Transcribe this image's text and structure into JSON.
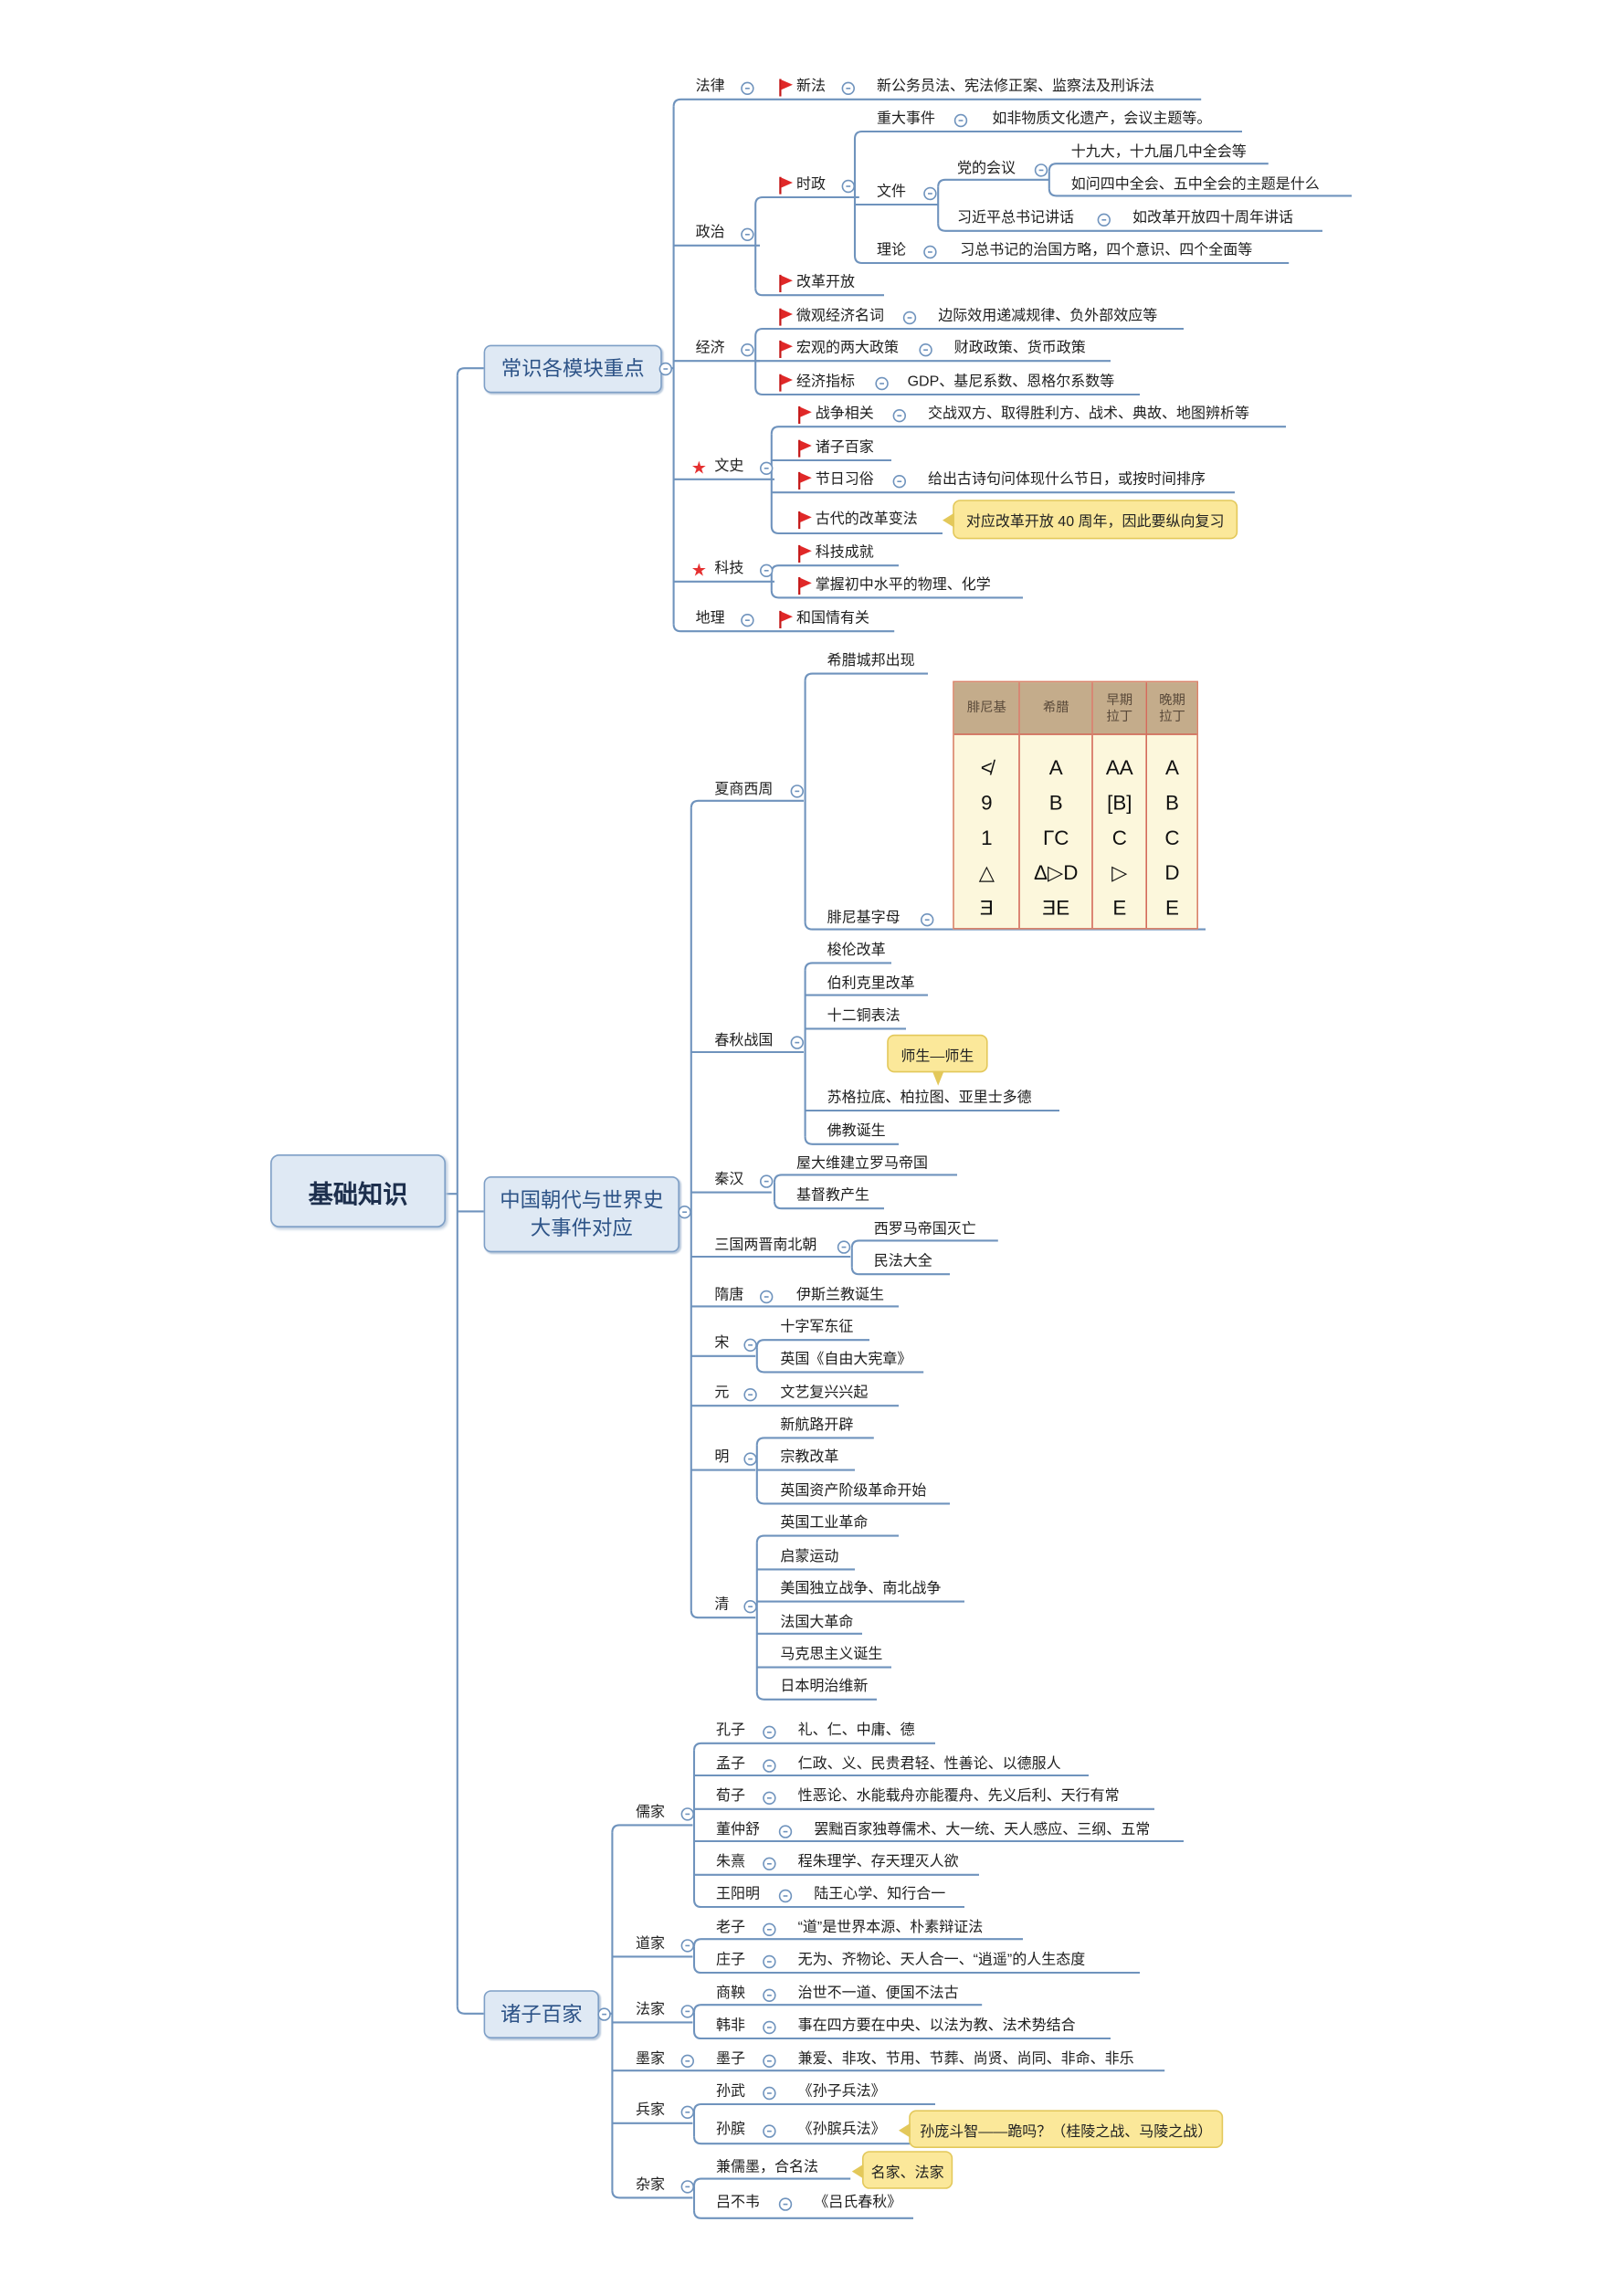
{
  "root": {
    "label": "基础知识"
  },
  "common": {
    "title": "常识各模块重点",
    "law": {
      "label": "法律",
      "new_law": "新法",
      "new_law_detail": "新公务员法、宪法修正案、监察法及刑诉法"
    },
    "politics": {
      "label": "政治",
      "current_affairs": "时政",
      "major_events": "重大事件",
      "major_events_detail": "如非物质文化遗产，会议主题等。",
      "documents": "文件",
      "party_meetings": "党的会议",
      "party_meetings_items": [
        "十九大，十九届几中全会等",
        "如问四中全会、五中全会的主题是什么"
      ],
      "xi_speeches": "习近平总书记讲话",
      "xi_speeches_detail": "如改革开放四十周年讲话",
      "theory": "理论",
      "theory_detail": "习总书记的治国方略，四个意识、四个全面等",
      "reform": "改革开放"
    },
    "economy": {
      "label": "经济",
      "items": [
        {
          "label": "微观经济名词",
          "detail": "边际效用递减规律、负外部效应等"
        },
        {
          "label": "宏观的两大政策",
          "detail": "财政政策、货币政策"
        },
        {
          "label": "经济指标",
          "detail": "GDP、基尼系数、恩格尔系数等"
        }
      ]
    },
    "literature_history": {
      "label": "文史",
      "items": [
        {
          "label": "战争相关",
          "detail": "交战双方、取得胜利方、战术、典故、地图辨析等"
        },
        {
          "label": "诸子百家"
        },
        {
          "label": "节日习俗",
          "detail": "给出古诗句问体现什么节日，或按时间排序"
        },
        {
          "label": "古代的改革变法",
          "note": "对应改革开放 40 周年，因此要纵向复习"
        }
      ]
    },
    "science": {
      "label": "科技",
      "items": [
        "科技成就",
        "掌握初中水平的物理、化学"
      ]
    },
    "geography": {
      "label": "地理",
      "item": "和国情有关"
    }
  },
  "dynasties": {
    "title_line1": "中国朝代与世界史",
    "title_line2": "大事件对应",
    "periods": [
      {
        "label": "夏商西周",
        "events": [
          "希腊城邦出现",
          "腓尼基字母"
        ]
      },
      {
        "label": "春秋战国",
        "events": [
          "梭伦改革",
          "伯利克里改革",
          "十二铜表法",
          "苏格拉底、柏拉图、亚里士多德",
          "佛教诞生"
        ],
        "note": "师生—师生"
      },
      {
        "label": "秦汉",
        "events": [
          "屋大维建立罗马帝国",
          "基督教产生"
        ]
      },
      {
        "label": "三国两晋南北朝",
        "events": [
          "西罗马帝国灭亡",
          "民法大全"
        ]
      },
      {
        "label": "隋唐",
        "events": [
          "伊斯兰教诞生"
        ]
      },
      {
        "label": "宋",
        "events": [
          "十字军东征",
          "英国《自由大宪章》"
        ]
      },
      {
        "label": "元",
        "events": [
          "文艺复兴兴起"
        ]
      },
      {
        "label": "明",
        "events": [
          "新航路开辟",
          "宗教改革",
          "英国资产阶级革命开始"
        ]
      },
      {
        "label": "清",
        "events": [
          "英国工业革命",
          "启蒙运动",
          "美国独立战争、南北战争",
          "法国大革命",
          "马克思主义诞生",
          "日本明治维新"
        ]
      }
    ],
    "alphabet_table": {
      "headers": [
        "腓尼基",
        "希腊",
        "早期拉丁",
        "晚期拉丁"
      ],
      "columns": [
        [
          "≮",
          "9",
          "1",
          "△",
          "Ǝ"
        ],
        [
          "A",
          "B",
          "ΓC",
          "Δ▷D",
          "ƎE"
        ],
        [
          "AA",
          "[B]",
          "C",
          "▷",
          "E"
        ],
        [
          "A",
          "B",
          "C",
          "D",
          "E"
        ]
      ]
    }
  },
  "schools": {
    "title": "诸子百家",
    "groups": [
      {
        "label": "儒家",
        "people": [
          {
            "name": "孔子",
            "ideas": "礼、仁、中庸、德"
          },
          {
            "name": "孟子",
            "ideas": "仁政、义、民贵君轻、性善论、以德服人"
          },
          {
            "name": "荀子",
            "ideas": "性恶论、水能载舟亦能覆舟、先义后利、天行有常"
          },
          {
            "name": "董仲舒",
            "ideas": "罢黜百家独尊儒术、大一统、天人感应、三纲、五常"
          },
          {
            "name": "朱熹",
            "ideas": "程朱理学、存天理灭人欲"
          },
          {
            "name": "王阳明",
            "ideas": "陆王心学、知行合一"
          }
        ]
      },
      {
        "label": "道家",
        "people": [
          {
            "name": "老子",
            "ideas": "“道”是世界本源、朴素辩证法"
          },
          {
            "name": "庄子",
            "ideas": "无为、齐物论、天人合一、“逍遥”的人生态度"
          }
        ]
      },
      {
        "label": "法家",
        "people": [
          {
            "name": "商鞅",
            "ideas": "治世不一道、便国不法古"
          },
          {
            "name": "韩非",
            "ideas": "事在四方要在中央、以法为教、法术势结合"
          }
        ]
      },
      {
        "label": "墨家",
        "people": [
          {
            "name": "墨子",
            "ideas": "兼爱、非攻、节用、节葬、尚贤、尚同、非命、非乐"
          }
        ]
      },
      {
        "label": "兵家",
        "people": [
          {
            "name": "孙武",
            "ideas": "《孙子兵法》"
          },
          {
            "name": "孙膑",
            "ideas": "《孙膑兵法》",
            "note": "孙庞斗智——跪吗？（桂陵之战、马陵之战）"
          }
        ]
      },
      {
        "label": "杂家",
        "people": [
          {
            "name": "兼儒墨，合名法",
            "note": "名家、法家"
          },
          {
            "name": "吕不韦",
            "ideas": "《吕氏春秋》"
          }
        ]
      }
    ]
  },
  "colors": {
    "line": "#6f93bd",
    "node_fill": "#dfe9f4",
    "flag": "#e02828",
    "star": "#e53030",
    "callout": "#fbe89a"
  }
}
